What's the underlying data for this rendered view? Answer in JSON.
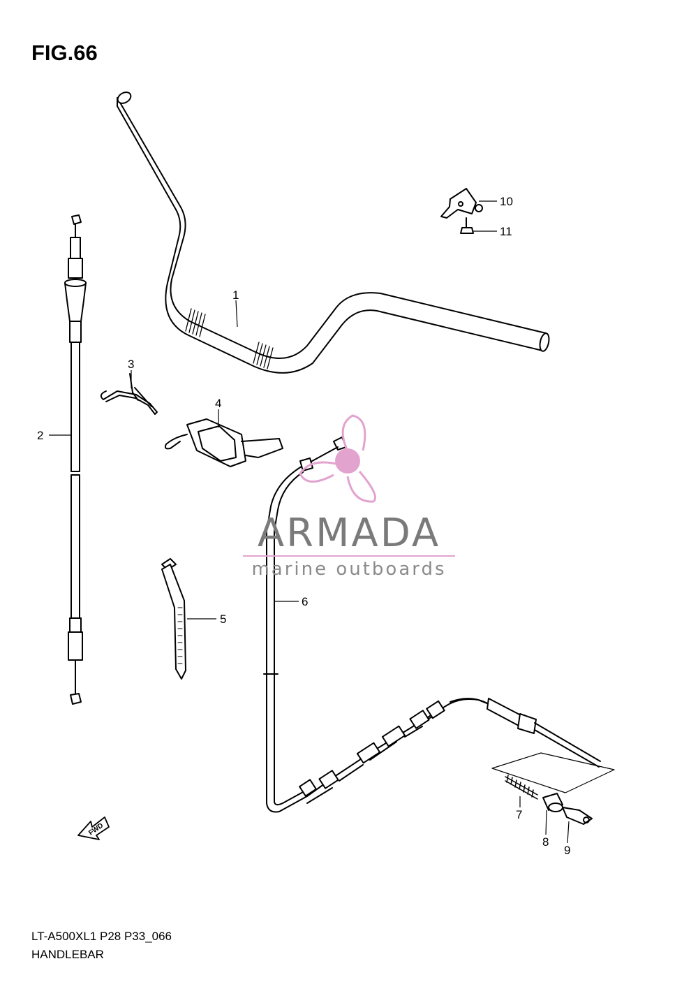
{
  "figure": {
    "title": "FIG.66"
  },
  "footer": {
    "code": "LT-A500XL1 P28 P33_066",
    "name": "HANDLEBAR"
  },
  "watermark": {
    "brand": "ARMADA",
    "tagline": "marine outboards",
    "accent_color": "#e2a3cf"
  },
  "direction_tag": {
    "label": "FWD"
  },
  "callouts": [
    {
      "number": "1",
      "part": "handlebar"
    },
    {
      "number": "2",
      "part": "cable-2"
    },
    {
      "number": "3",
      "part": "spring-clip"
    },
    {
      "number": "4",
      "part": "bracket"
    },
    {
      "number": "5",
      "part": "cable-tie"
    },
    {
      "number": "6",
      "part": "cable-6"
    },
    {
      "number": "7",
      "part": "spring"
    },
    {
      "number": "8",
      "part": "collar"
    },
    {
      "number": "9",
      "part": "holder"
    },
    {
      "number": "10",
      "part": "clamp"
    },
    {
      "number": "11",
      "part": "bolt"
    }
  ]
}
